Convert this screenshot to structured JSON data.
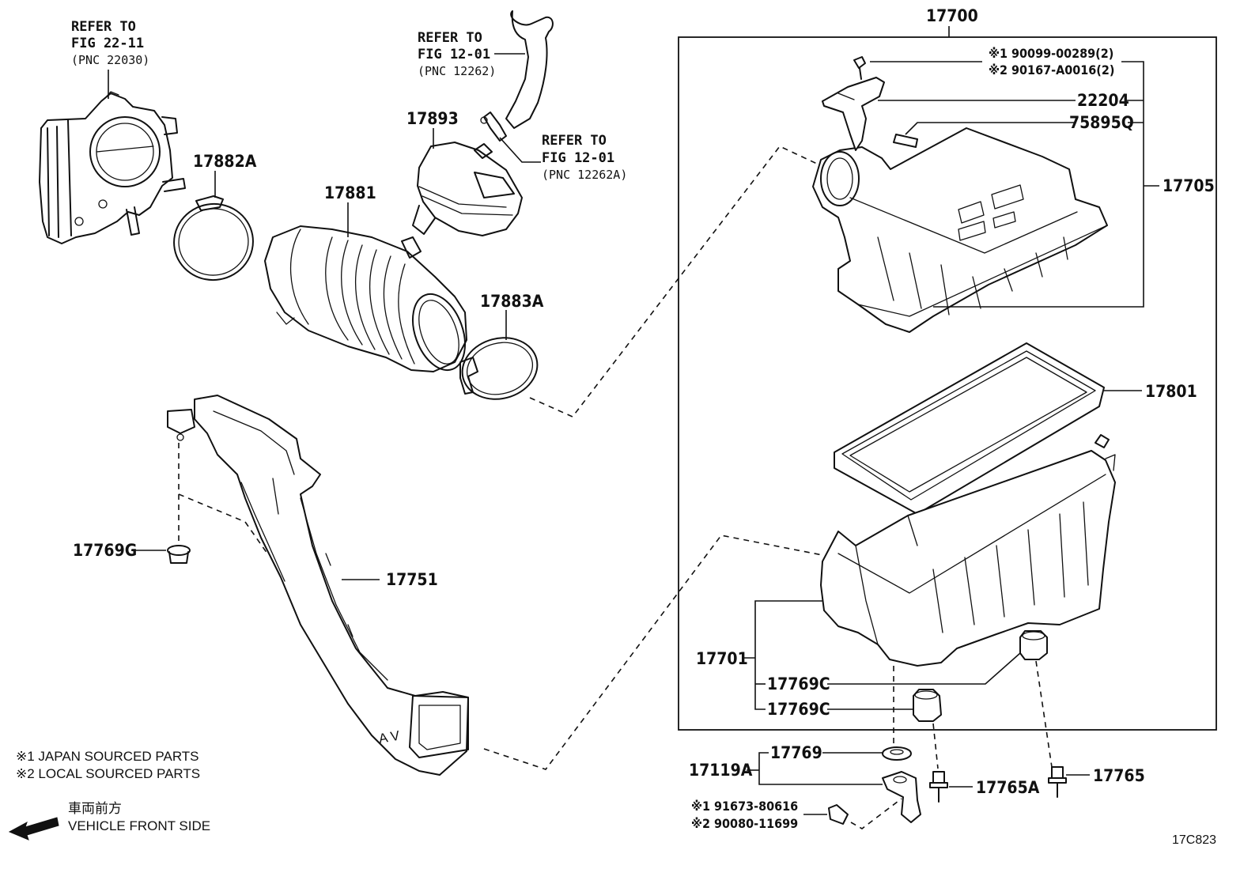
{
  "labels": {
    "assembly": "17700",
    "cap": "17705",
    "cap_sub": "22204",
    "tag": "75895Q",
    "filter": "17801",
    "case": "17701",
    "cushion_c1": "17769C",
    "cushion_c2": "17769C",
    "grommet": "17769",
    "bracket": "17119A",
    "bolt_a": "17765A",
    "bolt": "17765",
    "hose": "17881",
    "clamp_a": "17882A",
    "clamp_b": "17883A",
    "resonator": "17893",
    "grommet_g": "17769G",
    "inlet": "17751"
  },
  "refs": {
    "throttle": {
      "line1": "REFER TO",
      "line2": "FIG 22-11",
      "line3": "(PNC 22030)"
    },
    "hose_upper": {
      "line1": "REFER TO",
      "line2": "FIG 12-01",
      "line3": "(PNC 12262)"
    },
    "hose_clip": {
      "line1": "REFER TO",
      "line2": "FIG 12-01",
      "line3": "(PNC 12262A)"
    }
  },
  "part_numbers": {
    "screw_jp": "※1 90099-00289(2)",
    "screw_local": "※2 90167-A0016(2)",
    "bolt_jp": "※1 91673-80616",
    "bolt_local": "※2 90080-11699"
  },
  "notes": {
    "jp": "※1 JAPAN SOURCED PARTS",
    "local": "※2 LOCAL SOURCED PARTS",
    "front_jp": "車両前方",
    "front_en": "VEHICLE FRONT SIDE"
  },
  "figure_code": "17C823"
}
